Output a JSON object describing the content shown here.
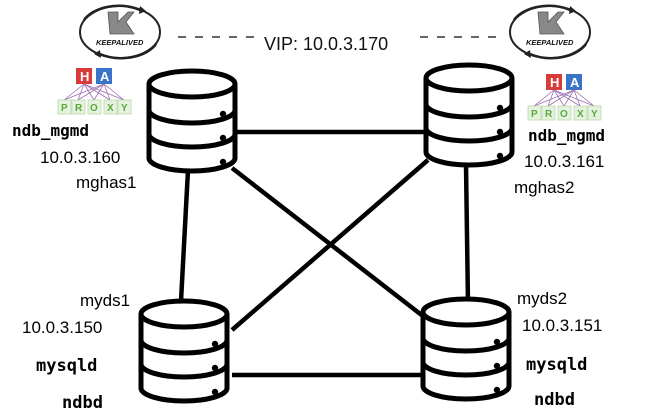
{
  "vip_label": "VIP: 10.0.3.170",
  "keepalived_text": "KEEPALIVED",
  "haproxy": {
    "h": "H",
    "a": "A",
    "proxy": [
      "P",
      "R",
      "O",
      "X",
      "Y"
    ]
  },
  "nodes": {
    "mghas1": {
      "role": "ndb_mgmd",
      "ip": "10.0.3.160",
      "host": "mghas1"
    },
    "mghas2": {
      "role": "ndb_mgmd",
      "ip": "10.0.3.161",
      "host": "mghas2"
    },
    "myds1": {
      "host": "myds1",
      "ip": "10.0.3.150",
      "service1": "mysqld",
      "service2": "ndbd"
    },
    "myds2": {
      "host": "myds2",
      "ip": "10.0.3.151",
      "service1": "mysqld",
      "service2": "ndbd"
    }
  },
  "colors": {
    "ha_h": "#d93a3a",
    "ha_a": "#3a74c8",
    "proxy_text": "#5aa83a",
    "line": "#000000"
  }
}
